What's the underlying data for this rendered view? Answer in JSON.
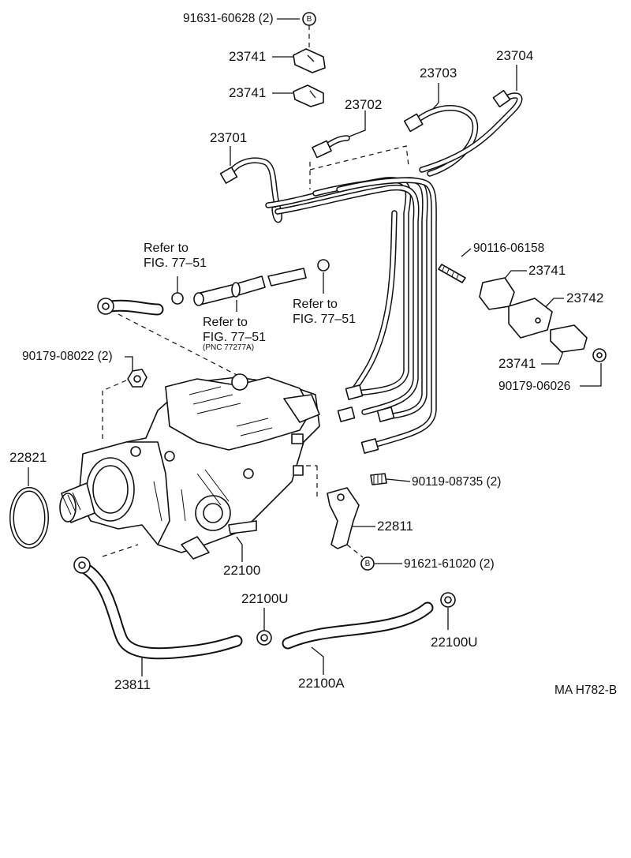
{
  "parts": {
    "p_91631": "91631-60628 (2)",
    "p_b_top": "B",
    "p_23741_a": "23741",
    "p_23741_b": "23741",
    "p_23702": "23702",
    "p_23703": "23703",
    "p_23704": "23704",
    "p_23701": "23701",
    "p_90116": "90116-06158",
    "p_23741_c": "23741",
    "p_23742": "23742",
    "p_23741_d": "23741",
    "p_90179_06026": "90179-06026",
    "p_90179_08022": "90179-08022 (2)",
    "p_22821": "22821",
    "p_90119": "90119-08735 (2)",
    "p_22811": "22811",
    "p_b_bottom": "B",
    "p_91621": "91621-61020 (2)",
    "p_22100": "22100",
    "p_22100u_a": "22100U",
    "p_22100u_b": "22100U",
    "p_23811": "23811",
    "p_22100a": "22100A"
  },
  "refs": {
    "ref1_line1": "Refer to",
    "ref1_line2": "FIG. 77–51",
    "ref2_line1": "Refer to",
    "ref2_line2": "FIG. 77–51",
    "ref2_line3": "(PNC 77277A)",
    "ref3_line1": "Refer to",
    "ref3_line2": "FIG. 77–51"
  },
  "footer": {
    "code": "MA H782-B"
  }
}
